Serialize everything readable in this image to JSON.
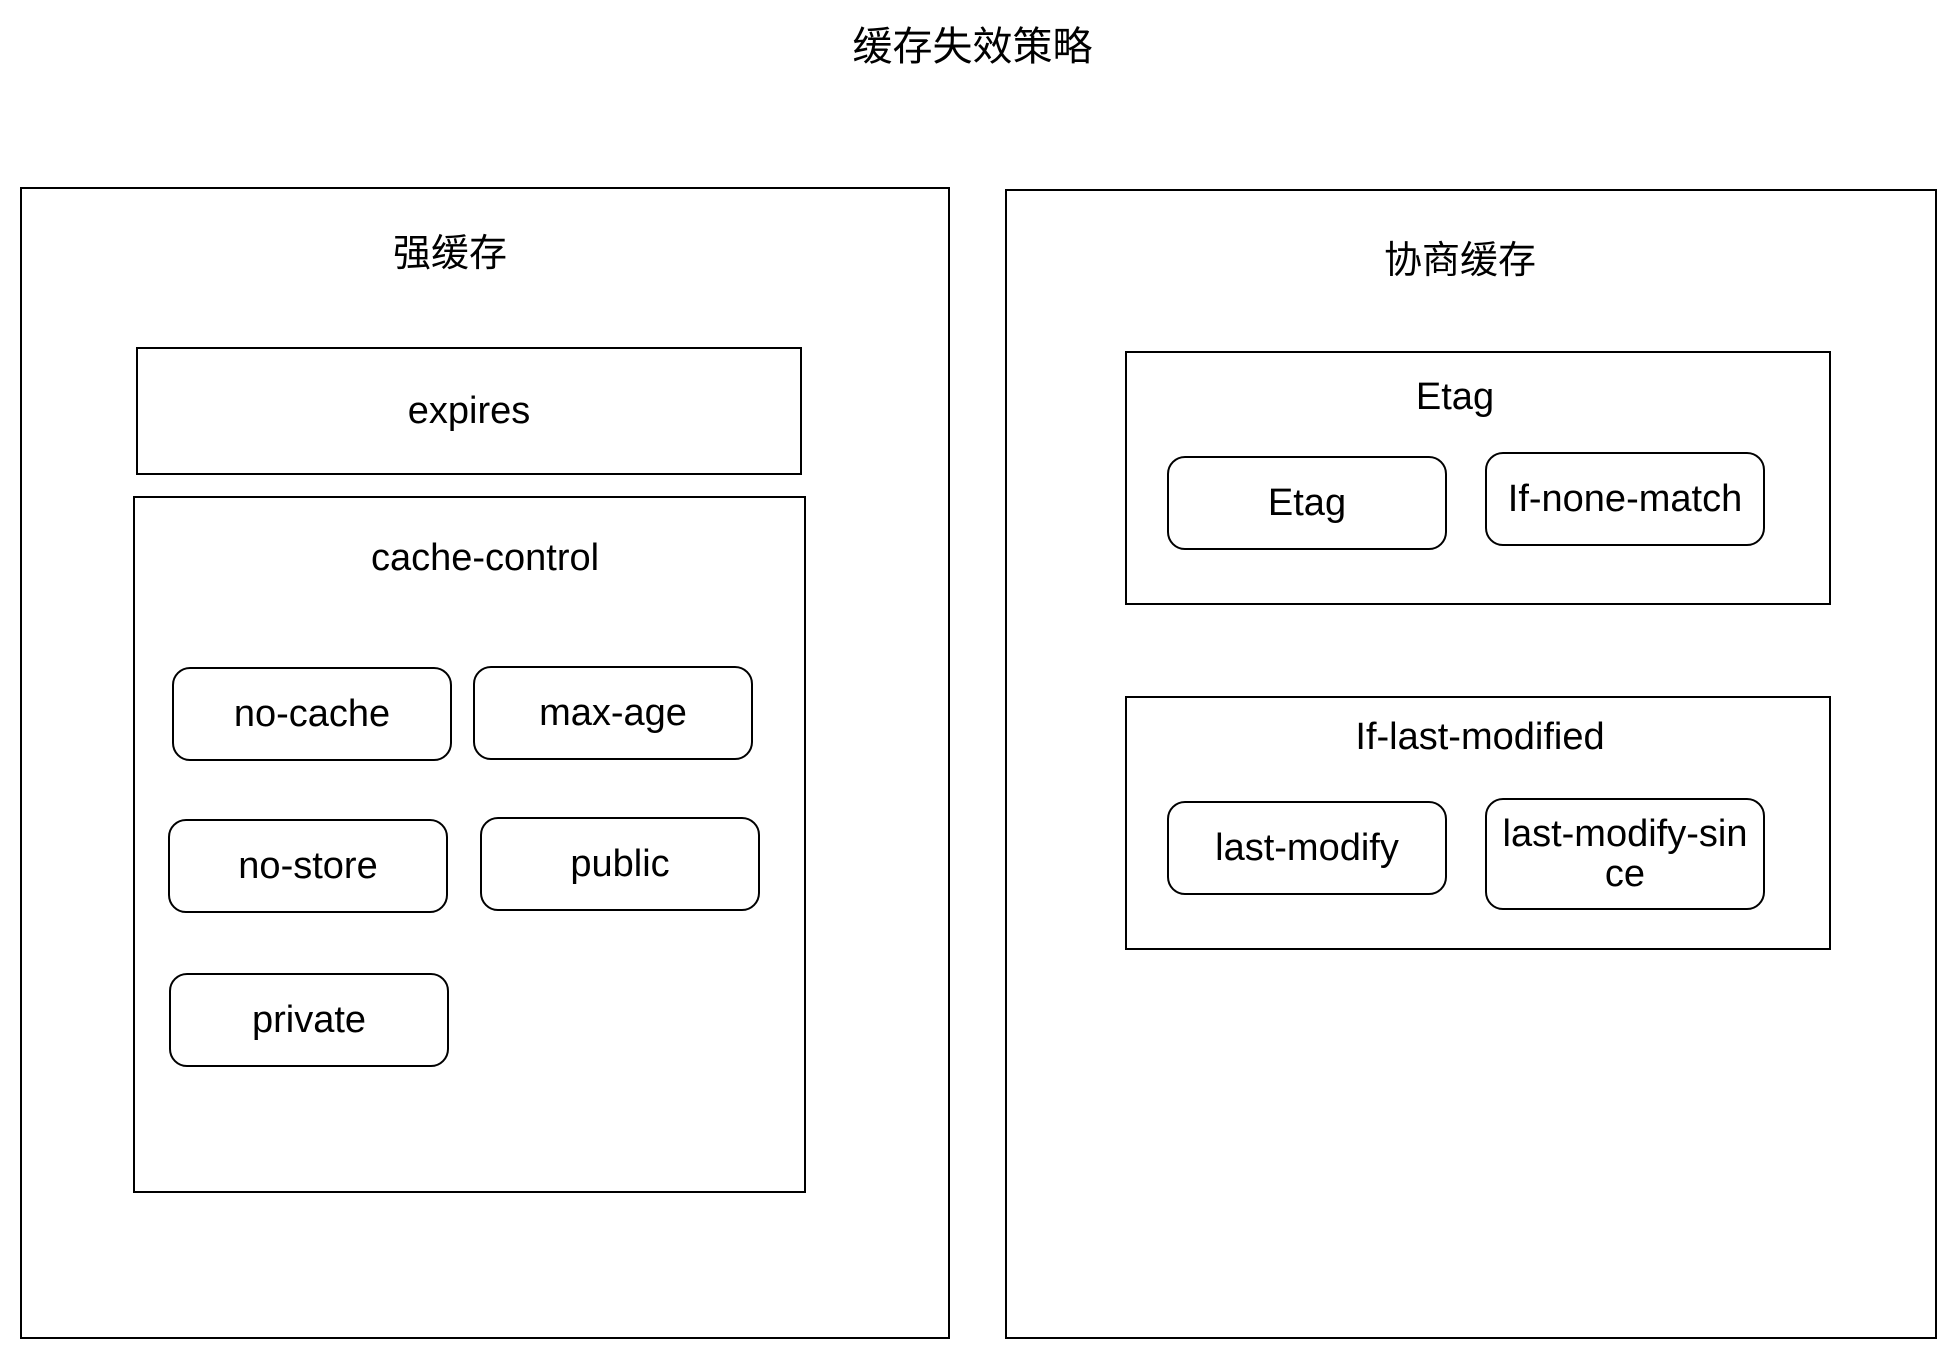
{
  "title": "缓存失效策略",
  "strong_cache": {
    "heading": "强缓存",
    "expires": "expires",
    "cache_control": {
      "heading": "cache-control",
      "directives": [
        "no-cache",
        "max-age",
        "no-store",
        "public",
        "private"
      ]
    }
  },
  "negotiated_cache": {
    "heading": "协商缓存",
    "etag_group": {
      "heading": "Etag",
      "items": [
        "Etag",
        "If-none-match"
      ]
    },
    "last_modified_group": {
      "heading": "If-last-modified",
      "items": [
        "last-modify",
        "last-modify-since"
      ]
    }
  }
}
